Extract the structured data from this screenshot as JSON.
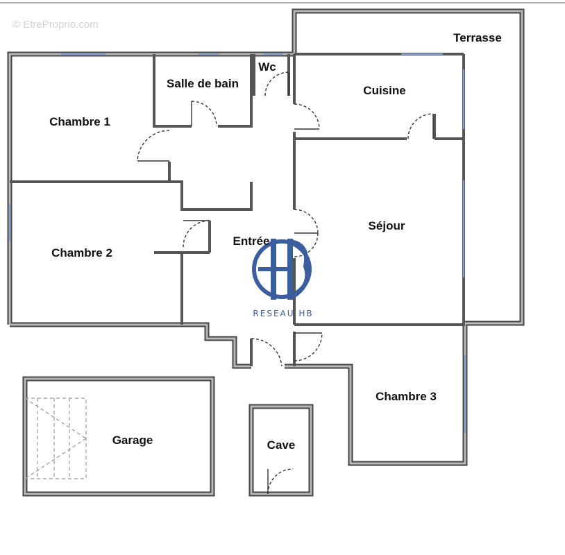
{
  "watermark": "© EtreProprio.com",
  "logo": {
    "monogram": "HB",
    "caption": "RESEAU HB",
    "color": "#3b5e9e"
  },
  "colors": {
    "wall": "#9a9a9a",
    "wall_edge": "#444444",
    "window": "#8aa0d8",
    "door": "#333333"
  },
  "rooms": {
    "chambre1": "Chambre 1",
    "salle_de_bain": "Salle de bain",
    "wc": "Wc",
    "cuisine": "Cuisine",
    "terrasse": "Terrasse",
    "chambre2": "Chambre 2",
    "entree": "Entrée",
    "sejour": "Séjour",
    "chambre3": "Chambre 3",
    "garage": "Garage",
    "cave": "Cave"
  }
}
